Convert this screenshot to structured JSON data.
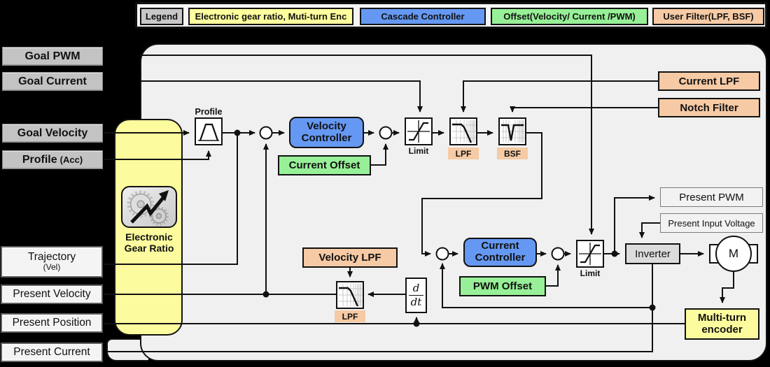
{
  "legend": {
    "title": "Legend",
    "items": [
      {
        "label": "Electronic gear ratio, Muti-turn Enc",
        "color": "#ffff9e"
      },
      {
        "label": "Cascade Controller",
        "color": "#6598f2"
      },
      {
        "label": "Offset(Velocity/ Current /PWM)",
        "color": "#97f097"
      },
      {
        "label": "User Filter(LPF, BSF)",
        "color": "#f6caa4"
      }
    ]
  },
  "io_labels": {
    "goal_pwm": "Goal PWM",
    "goal_current": "Goal Current",
    "goal_velocity": "Goal Velocity",
    "profile": "Profile",
    "profile_suffix": "(Acc)",
    "trajectory": "Trajectory",
    "trajectory_suffix": "(Vel)",
    "present_velocity": "Present Velocity",
    "present_position": "Present Position",
    "present_current": "Present Current"
  },
  "diagram": {
    "profile_block": "Profile",
    "velocity_controller": "Velocity Controller",
    "current_offset": "Current Offset",
    "limit1": "Limit",
    "lpf_tag": "LPF",
    "bsf_tag": "BSF",
    "current_lpf": "Current LPF",
    "notch_filter": "Notch Filter",
    "current_controller": "Current Controller",
    "pwm_offset": "PWM Offset",
    "limit2": "Limit",
    "velocity_lpf": "Velocity LPF",
    "vel_lpf_tag": "LPF",
    "ddt_numerator": "d",
    "ddt_denominator": "dt",
    "present_pwm": "Present PWM",
    "present_input_voltage": "Present Input Voltage",
    "inverter": "Inverter",
    "motor": "M",
    "encoder": "Multi-turn encoder",
    "gear_caption": "Electronic Gear Ratio"
  },
  "colors": {
    "panel_bg": "#f0f0f0",
    "yellow": "#fcfc9e",
    "blue": "#6598f2",
    "green": "#97f097",
    "orange": "#f6caa4",
    "gray_label": "#c8c8c8",
    "inverter_gray": "#dcdcdc"
  }
}
